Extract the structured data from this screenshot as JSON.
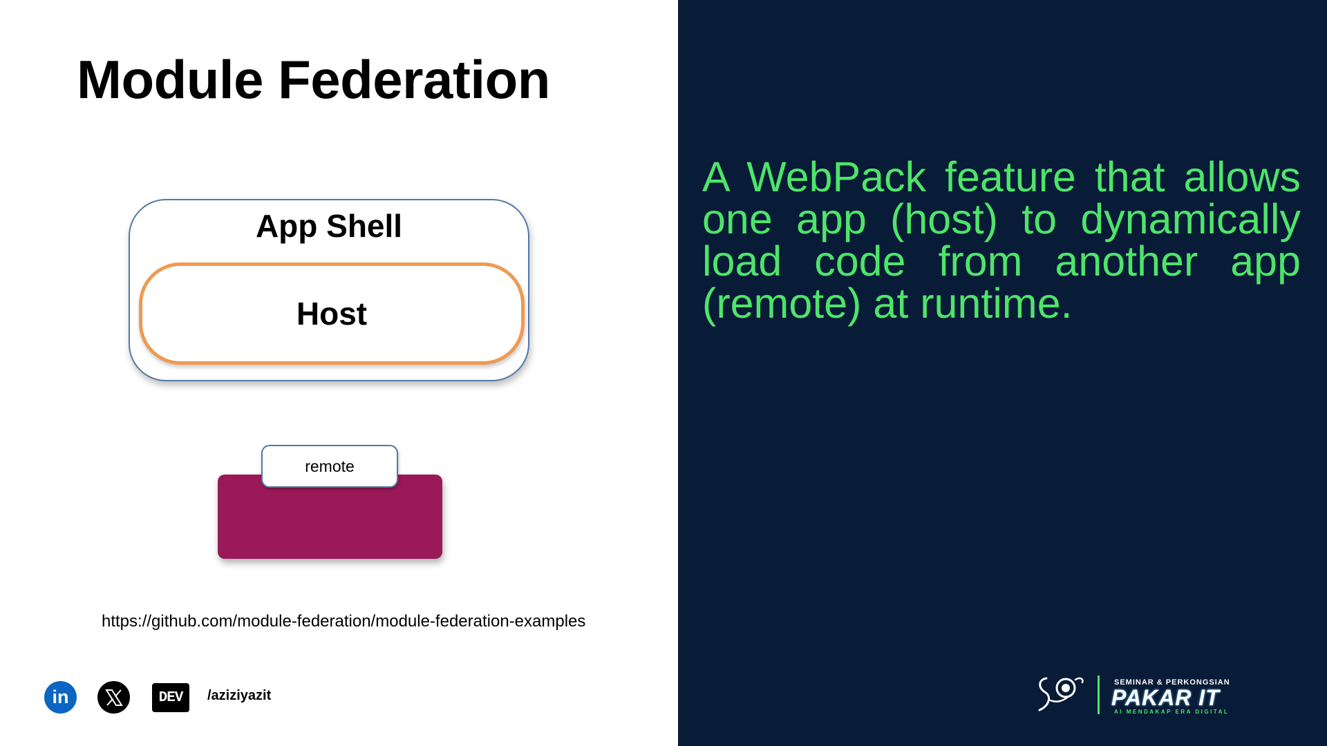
{
  "slide": {
    "title": "Module Federation",
    "description": "A WebPack feature that allows one app (host) to dynamically load code from another app (remote) at runtime."
  },
  "diagram": {
    "app_shell_label": "App Shell",
    "host_label": "Host",
    "remote_label": "remote",
    "colors": {
      "shell_border": "#5479a6",
      "host_border": "#ee9a52",
      "remote_fill": "#9a1958"
    }
  },
  "footer": {
    "link": "https://github.com/module-federation/module-federation-examples",
    "social_icons": [
      "linkedin-icon",
      "x-icon",
      "dev-icon"
    ],
    "linkedin_text": "in",
    "dev_text": "DEV",
    "handle": "/aziziyazit"
  },
  "branding": {
    "top_text": "SEMINAR & PERKONGSIAN",
    "main_text": "PAKAR IT",
    "bottom_text": "AI MENDAKAP ERA DIGITAL"
  },
  "theme": {
    "right_panel_bg": "#081b37",
    "accent_green": "#4ee46a"
  }
}
